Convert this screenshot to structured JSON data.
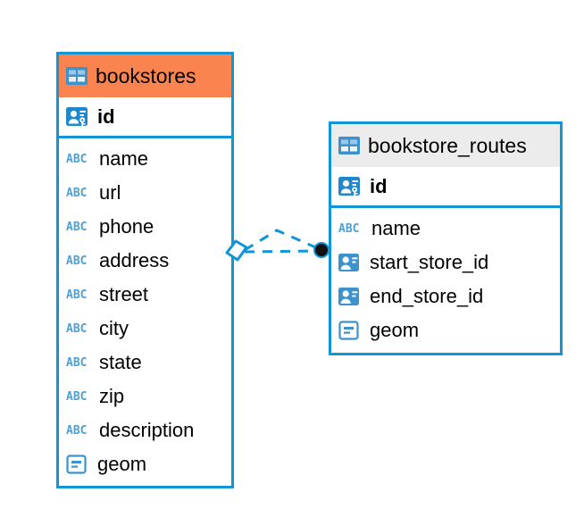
{
  "diagram": {
    "kind": "entity-relationship-diagram",
    "background_color": "#ffffff",
    "accent_color": "#1195d6",
    "highlight_color": "#fa8450",
    "header_grey": "#ececec",
    "entities": [
      {
        "name": "bookstores",
        "header_style": "orange",
        "table_icon": "table-icon",
        "primary_key": {
          "label": "id",
          "icon": "primary-key-icon"
        },
        "fields": [
          {
            "label": "name",
            "icon": "abc-text-icon",
            "icon_text": "ABC"
          },
          {
            "label": "url",
            "icon": "abc-text-icon",
            "icon_text": "ABC"
          },
          {
            "label": "phone",
            "icon": "abc-text-icon",
            "icon_text": "ABC"
          },
          {
            "label": "address",
            "icon": "abc-text-icon",
            "icon_text": "ABC"
          },
          {
            "label": "street",
            "icon": "abc-text-icon",
            "icon_text": "ABC"
          },
          {
            "label": "city",
            "icon": "abc-text-icon",
            "icon_text": "ABC"
          },
          {
            "label": "state",
            "icon": "abc-text-icon",
            "icon_text": "ABC"
          },
          {
            "label": "zip",
            "icon": "abc-text-icon",
            "icon_text": "ABC"
          },
          {
            "label": "description",
            "icon": "abc-text-icon",
            "icon_text": "ABC"
          },
          {
            "label": "geom",
            "icon": "geometry-icon",
            "icon_text": ""
          }
        ]
      },
      {
        "name": "bookstore_routes",
        "header_style": "grey",
        "table_icon": "table-icon",
        "primary_key": {
          "label": "id",
          "icon": "primary-key-icon"
        },
        "fields": [
          {
            "label": "name",
            "icon": "abc-text-icon",
            "icon_text": "ABC"
          },
          {
            "label": "start_store_id",
            "icon": "foreign-key-icon",
            "icon_text": ""
          },
          {
            "label": "end_store_id",
            "icon": "foreign-key-icon",
            "icon_text": ""
          },
          {
            "label": "geom",
            "icon": "geometry-icon",
            "icon_text": ""
          }
        ]
      }
    ],
    "relationship": {
      "name": "bookstores-to-bookstore-routes",
      "line_style": "dashed",
      "line_color": "#1195d6",
      "source_marker": "rhombus-outline",
      "target_marker": "filled-dot",
      "target_marker_color": "#111111"
    }
  }
}
